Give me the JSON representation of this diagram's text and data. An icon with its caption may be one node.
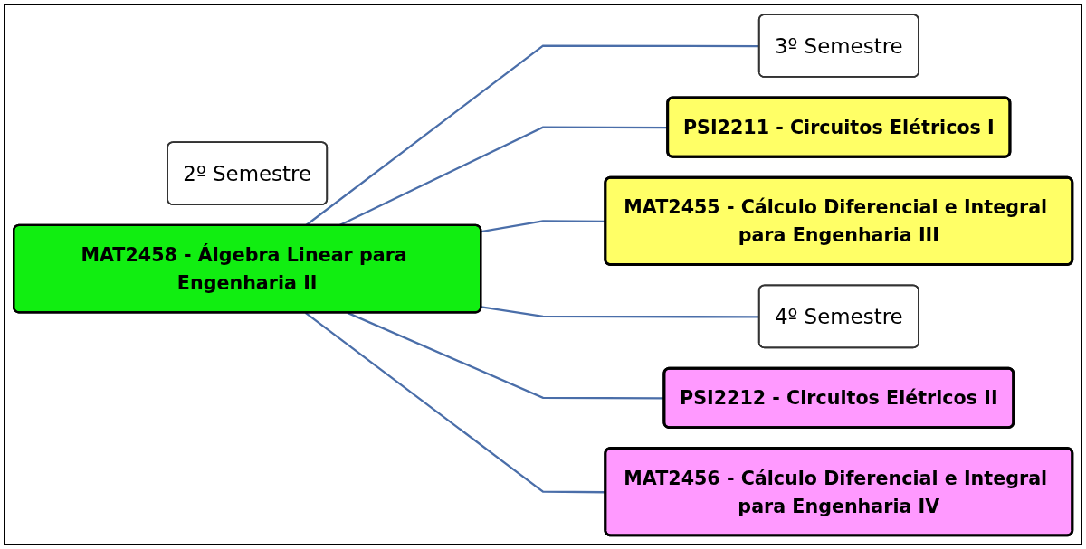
{
  "diagram": {
    "nodes": [
      {
        "text": [
          "2º Semestre"
        ]
      },
      {
        "text": [
          "MAT2458 - Álgebra Linear para Engenharia II"
        ]
      },
      {
        "text": [
          "3º Semestre"
        ]
      },
      {
        "text": [
          "PSI2211 - Circuitos Elétricos I"
        ]
      },
      {
        "text": [
          "MAT2455 - Cálculo Diferencial e Integral para Engenharia III"
        ]
      },
      {
        "text": [
          "4º Semestre"
        ]
      },
      {
        "text": [
          "PSI2212 - Circuitos Elétricos II"
        ]
      },
      {
        "text": [
          "MAT2456 - Cálculo Diferencial e Integral para Engenharia IV"
        ]
      }
    ],
    "edges": [
      {
        "from": 1,
        "to": 2,
        "arrow": "none"
      },
      {
        "from": 1,
        "to": 3,
        "arrow": "none"
      },
      {
        "from": 1,
        "to": 4,
        "arrow": "none"
      },
      {
        "from": 1,
        "to": 5,
        "arrow": "none"
      },
      {
        "from": 1,
        "to": 6,
        "arrow": "none"
      },
      {
        "from": 1,
        "to": 7,
        "arrow": "none"
      }
    ]
  }
}
